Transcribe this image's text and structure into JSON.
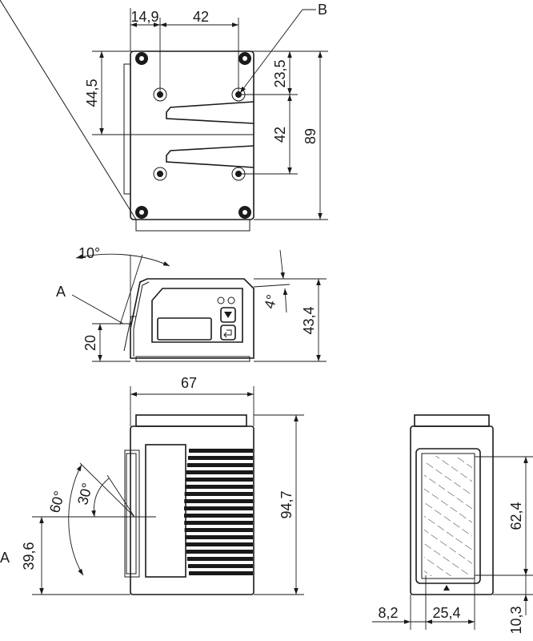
{
  "drawing": {
    "top_view": {
      "dims": {
        "offset_x": "14,9",
        "hole_spacing_x": "42",
        "edge_to_hole": "23,5",
        "hole_spacing_y": "42",
        "height": "89",
        "slot_center": "44,5"
      },
      "callout_b": "B"
    },
    "side_view": {
      "dims": {
        "tilt_top": "10°",
        "tilt_right": "4°",
        "height": "43,4",
        "base": "20"
      },
      "callout_a": "A"
    },
    "front_view": {
      "dims": {
        "width": "67",
        "height": "94,7",
        "angle_outer": "60°",
        "angle_inner": "30°",
        "offset": "39,6"
      },
      "callout_a": "A"
    },
    "end_view": {
      "dims": {
        "window_height": "62,4",
        "bottom_offset": "10,3",
        "left_offset": "8,2",
        "window_width": "25,4"
      }
    }
  },
  "colors": {
    "line": "#1a1a1a",
    "background": "#ffffff"
  }
}
